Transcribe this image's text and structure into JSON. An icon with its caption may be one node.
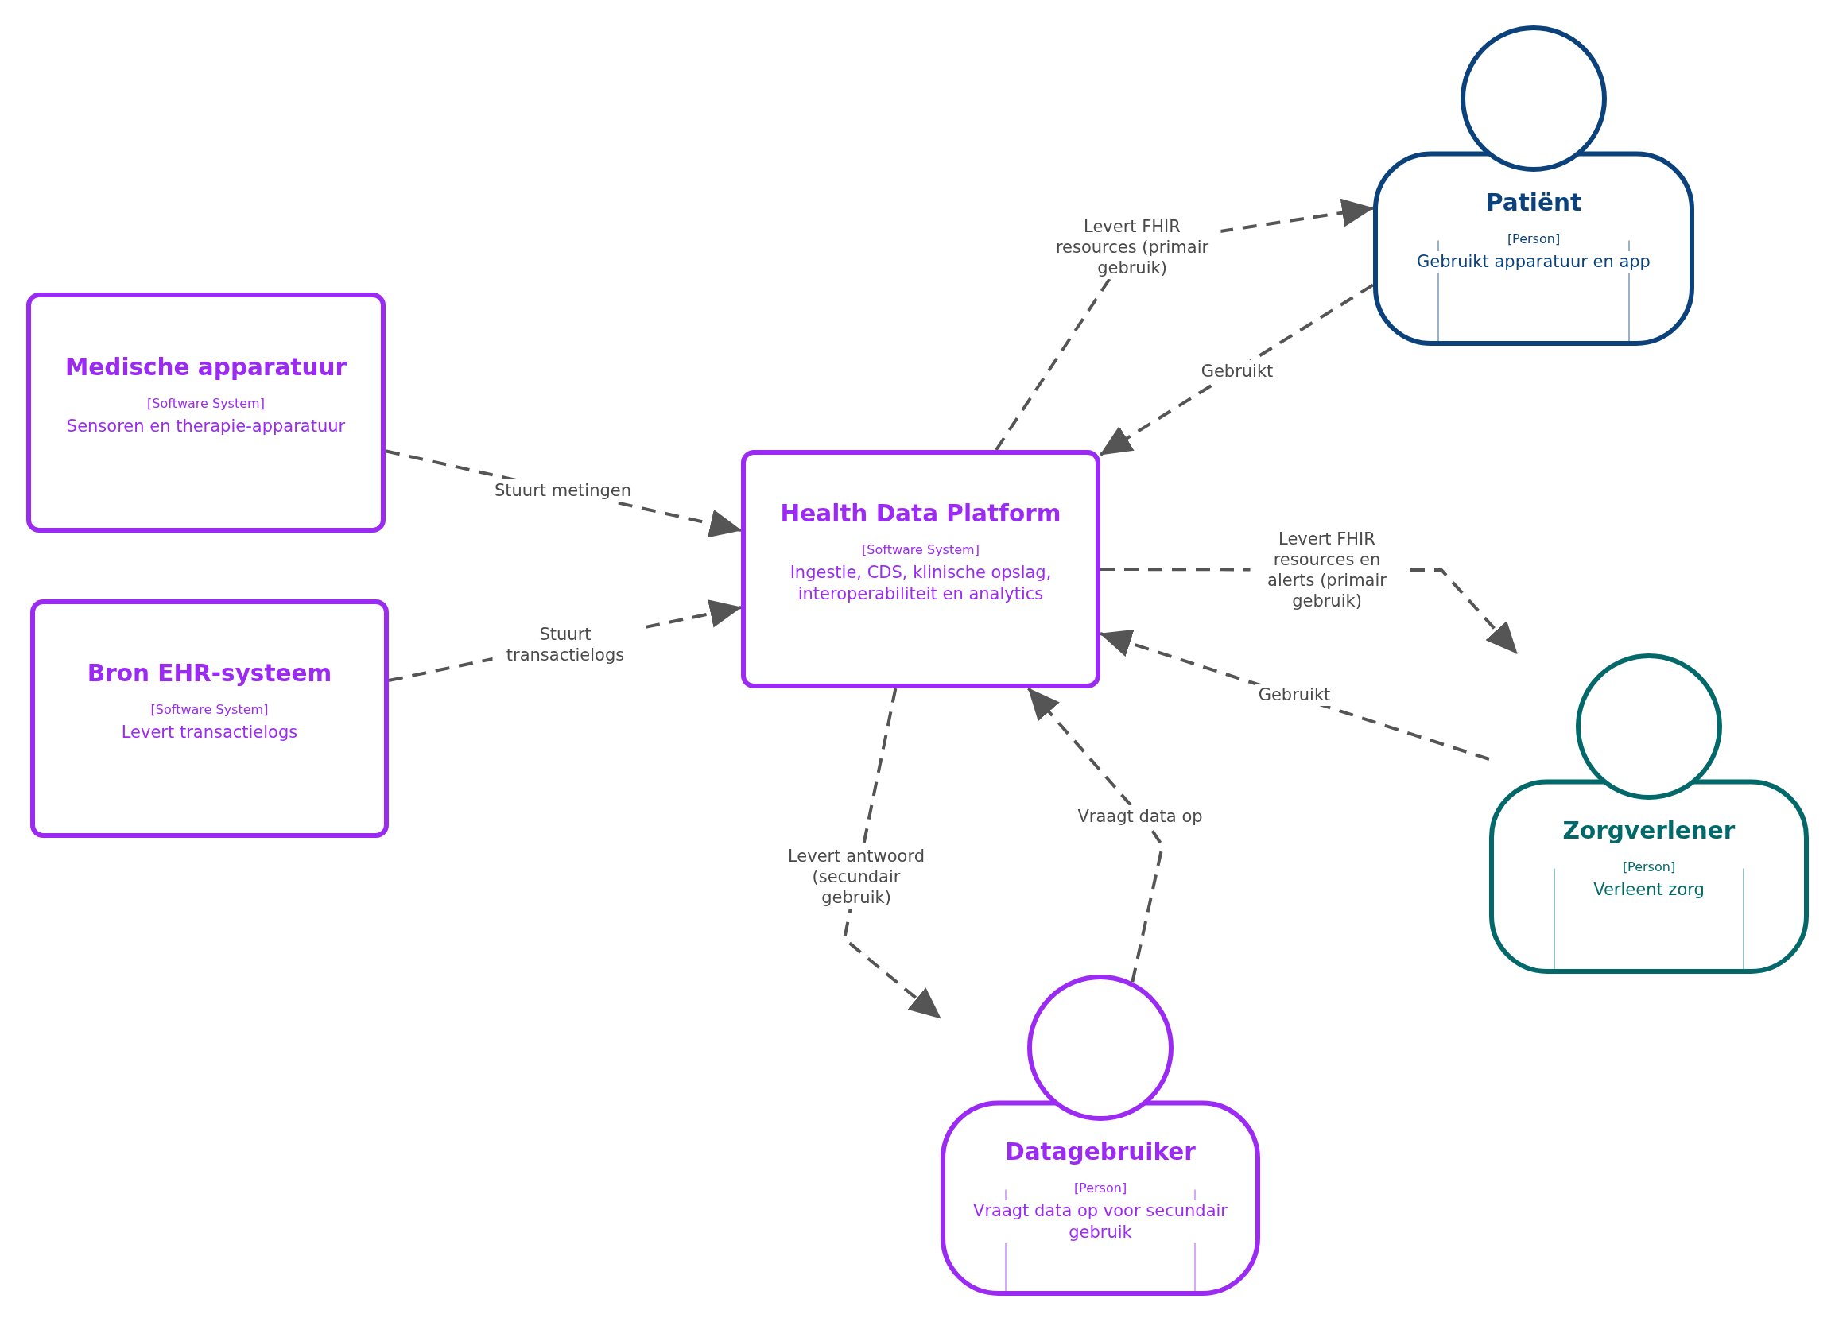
{
  "diagram": {
    "nodes": [
      {
        "text": [
          "Medische apparatuur",
          "[Software System]",
          "Sensoren en therapie-apparatuur"
        ]
      },
      {
        "text": [
          "Bron EHR-systeem",
          "[Software System]",
          "Levert transactielogs"
        ]
      },
      {
        "text": [
          "Health Data Platform",
          "[Software System]",
          "Ingestie, CDS, klinische opslag, interoperabiliteit en analytics"
        ]
      },
      {
        "text": [
          "Patiënt",
          "[Person]",
          "Gebruikt apparatuur en app"
        ]
      },
      {
        "text": [
          "Zorgverlener",
          "[Person]",
          "Verleent zorg"
        ]
      },
      {
        "text": [
          "Datagebruiker",
          "[Person]",
          "Vraagt data op voor secundair gebruik"
        ]
      }
    ],
    "edges": [
      {
        "from": 0,
        "to": 2,
        "arrow": "to",
        "label": "Stuurt metingen",
        "style": "dashed"
      },
      {
        "from": 1,
        "to": 2,
        "arrow": "to",
        "label": "Stuurt transactielogs",
        "style": "dashed"
      },
      {
        "from": 2,
        "to": 3,
        "arrow": "to",
        "label": "Levert FHIR resources (primair gebruik)",
        "style": "dashed"
      },
      {
        "from": 3,
        "to": 2,
        "arrow": "to",
        "label": "Gebruikt",
        "style": "dashed"
      },
      {
        "from": 2,
        "to": 4,
        "arrow": "to",
        "label": "Levert FHIR resources en alerts (primair gebruik)",
        "style": "dashed"
      },
      {
        "from": 4,
        "to": 2,
        "arrow": "to",
        "label": "Gebruikt",
        "style": "dashed"
      },
      {
        "from": 2,
        "to": 5,
        "arrow": "to",
        "label": "Levert antwoord (secundair gebruik)",
        "style": "dashed"
      },
      {
        "from": 5,
        "to": 2,
        "arrow": "to",
        "label": "Vraagt data op",
        "style": "dashed"
      }
    ]
  }
}
